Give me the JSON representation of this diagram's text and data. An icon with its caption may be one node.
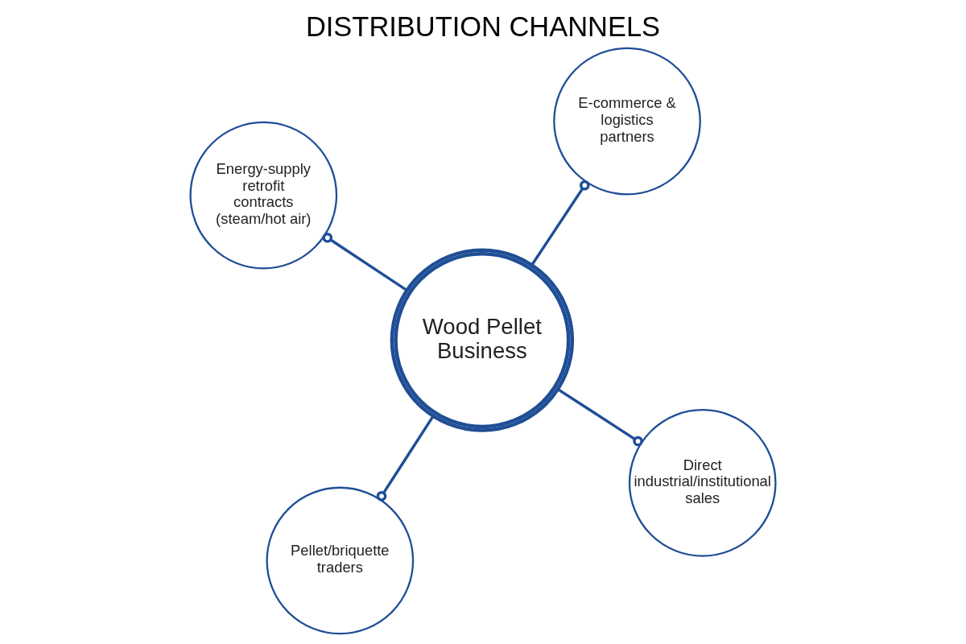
{
  "diagram": {
    "title": "DISTRIBUTION CHANNELS",
    "nodes": [
      {
        "text": [
          "Wood Pellet Business"
        ]
      },
      {
        "text": [
          "Direct industrial/institutional sales"
        ]
      },
      {
        "text": [
          "Pellet/briquette traders"
        ]
      },
      {
        "text": [
          "Energy-supply retrofit contracts (steam/hot air)"
        ]
      },
      {
        "text": [
          "E-commerce & logistics partners"
        ]
      }
    ],
    "edges": [
      {
        "from": 0,
        "to": 1,
        "arrow": "other"
      },
      {
        "from": 0,
        "to": 2,
        "arrow": "other"
      },
      {
        "from": 0,
        "to": 3,
        "arrow": "other"
      },
      {
        "from": 0,
        "to": 4,
        "arrow": "other"
      }
    ]
  }
}
